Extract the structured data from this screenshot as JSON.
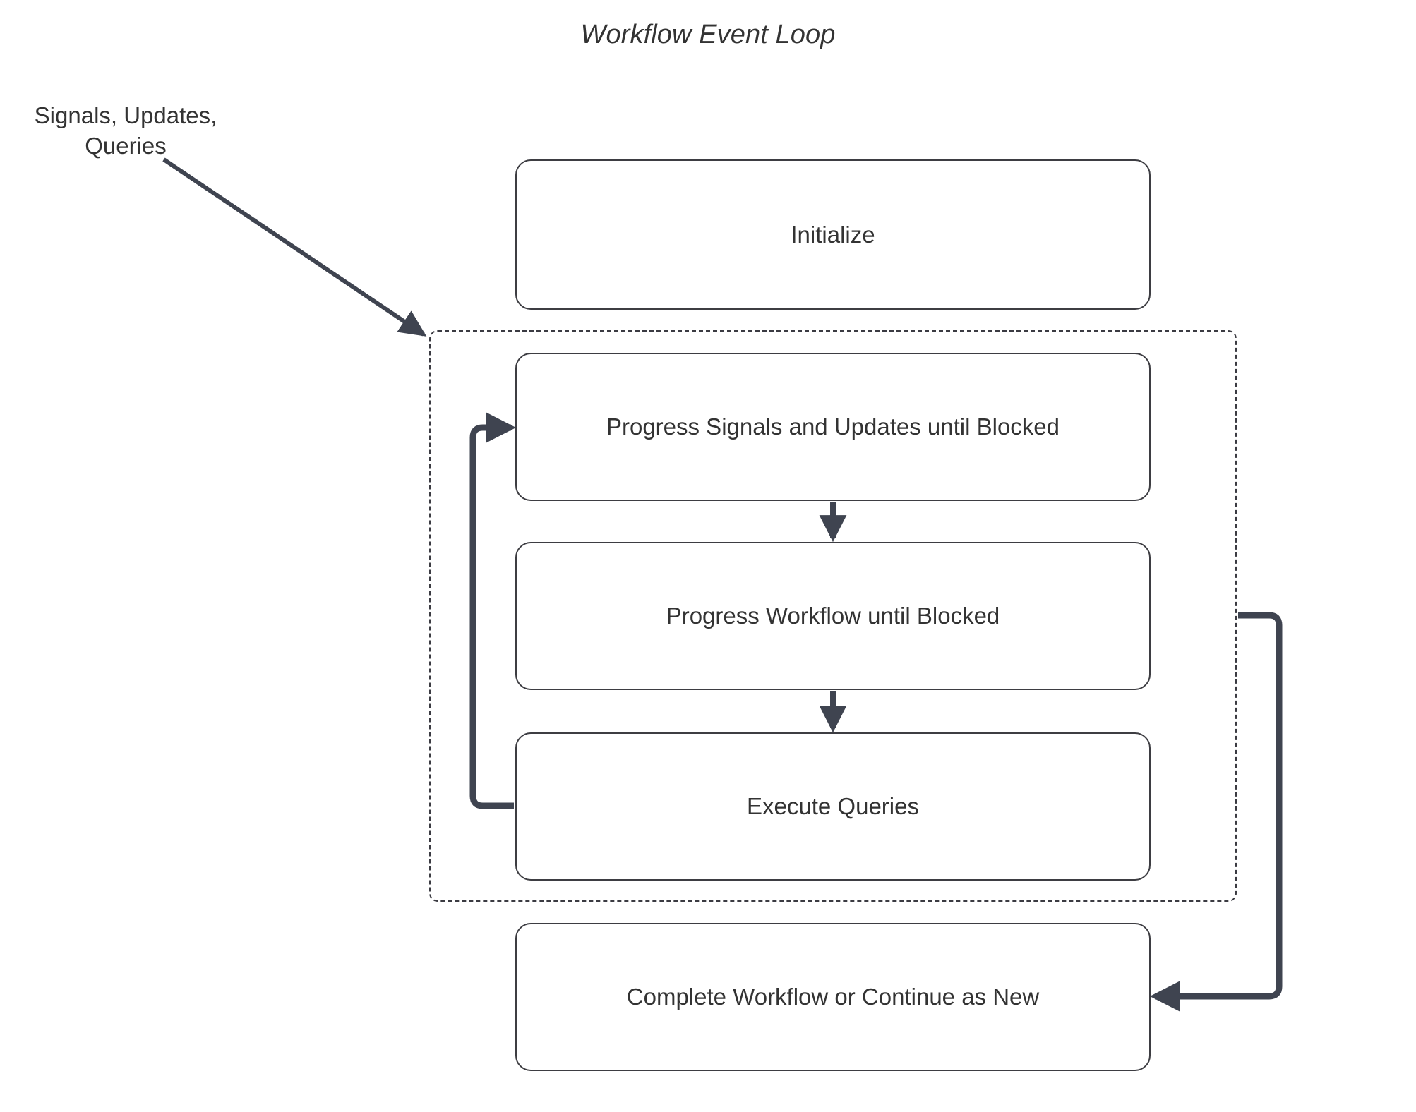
{
  "diagram": {
    "title": "Workflow Event Loop",
    "type": "flowchart",
    "background": "#ffffff",
    "colors": {
      "text": "#333333",
      "node_border": "#3d3d42",
      "connector": "#3f4450",
      "loop_border": "#3b3b42",
      "node_fill": "#ffffff"
    }
  },
  "external_label": {
    "line1": "Signals, Updates,",
    "line2": "Queries"
  },
  "nodes": [
    {
      "id": "initialize",
      "label": "Initialize"
    },
    {
      "id": "progress-signals",
      "label": "Progress Signals and Updates until Blocked"
    },
    {
      "id": "progress-workflow",
      "label": "Progress Workflow until Blocked"
    },
    {
      "id": "execute-queries",
      "label": "Execute Queries"
    },
    {
      "id": "complete",
      "label": "Complete Workflow or Continue as New"
    }
  ],
  "loop_group": {
    "style": "dashed",
    "contains": [
      "progress-signals",
      "progress-workflow",
      "execute-queries"
    ]
  },
  "edges": [
    {
      "from": "external-input",
      "to": "loop-group",
      "style": "diagonal-arrow"
    },
    {
      "from": "progress-signals",
      "to": "progress-workflow",
      "style": "straight-arrow"
    },
    {
      "from": "progress-workflow",
      "to": "execute-queries",
      "style": "straight-arrow"
    },
    {
      "from": "execute-queries",
      "to": "progress-signals",
      "style": "loop-back-left"
    },
    {
      "from": "loop-group",
      "to": "complete",
      "style": "routed-right"
    }
  ]
}
